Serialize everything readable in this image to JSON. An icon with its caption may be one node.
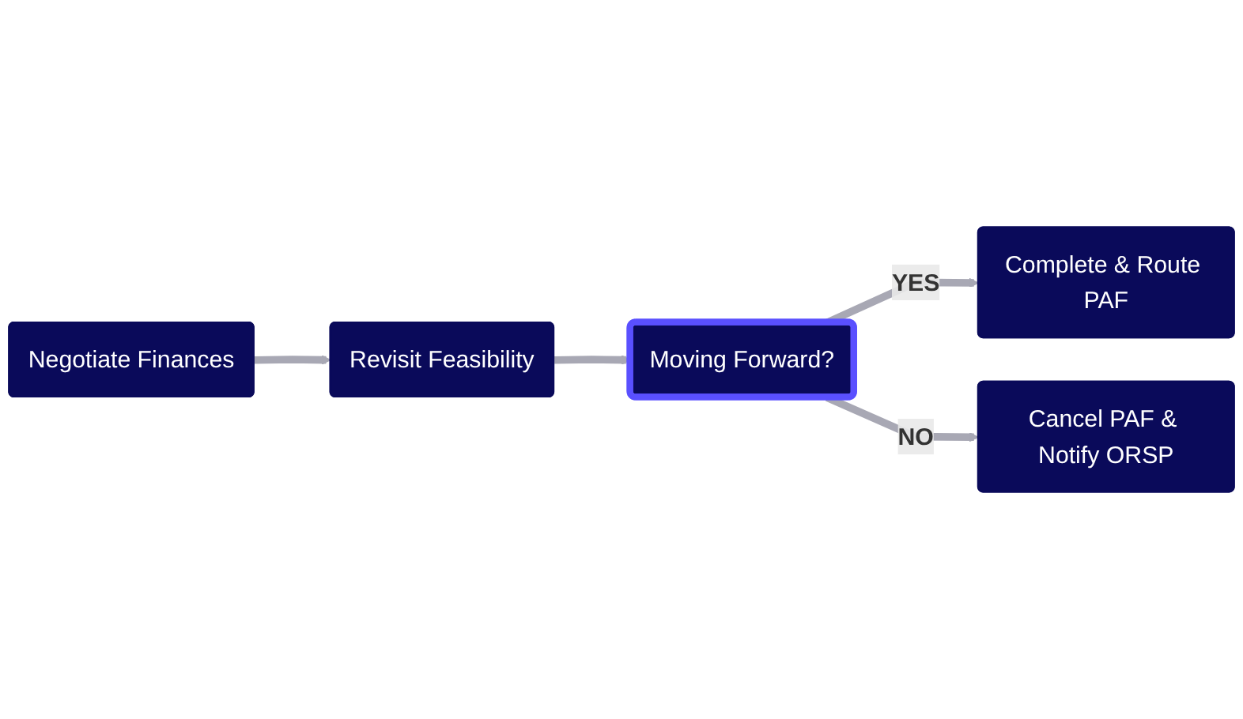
{
  "diagram": {
    "nodes": [
      {
        "text": [
          "Negotiate Finances"
        ]
      },
      {
        "text": [
          "Revisit Feasibility"
        ]
      },
      {
        "text": [
          "Moving Forward?"
        ]
      },
      {
        "text": [
          "Complete & Route PAF"
        ]
      },
      {
        "text": [
          "Cancel PAF & Notify ORSP"
        ]
      }
    ],
    "edges": [
      {
        "from": 0,
        "to": 1,
        "arrow": "to"
      },
      {
        "from": 1,
        "to": 2,
        "arrow": "to"
      },
      {
        "from": 2,
        "to": 3,
        "arrow": "to",
        "label": "YES"
      },
      {
        "from": 2,
        "to": 4,
        "arrow": "to",
        "label": "NO"
      }
    ]
  }
}
